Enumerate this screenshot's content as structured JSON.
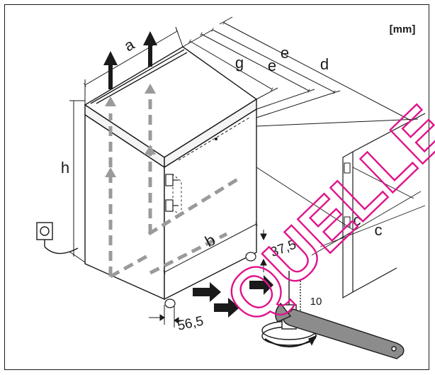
{
  "unit_label": "[mm]",
  "dimension_labels": {
    "a": "a",
    "g": "g",
    "e1": "e",
    "e2": "e",
    "d": "d",
    "h": "h",
    "b": "b",
    "c1": "c",
    "c2": "c",
    "depth_offset": "37,5",
    "foot_offset": "56,5",
    "angle": "10"
  },
  "watermark": "QUELLE",
  "colors": {
    "line": "#1a1a1a",
    "airflow": "#9a9a9a",
    "arrow": "#1a1a1a",
    "watermark": "#e0138c",
    "wrench": "#8c8c8c"
  }
}
